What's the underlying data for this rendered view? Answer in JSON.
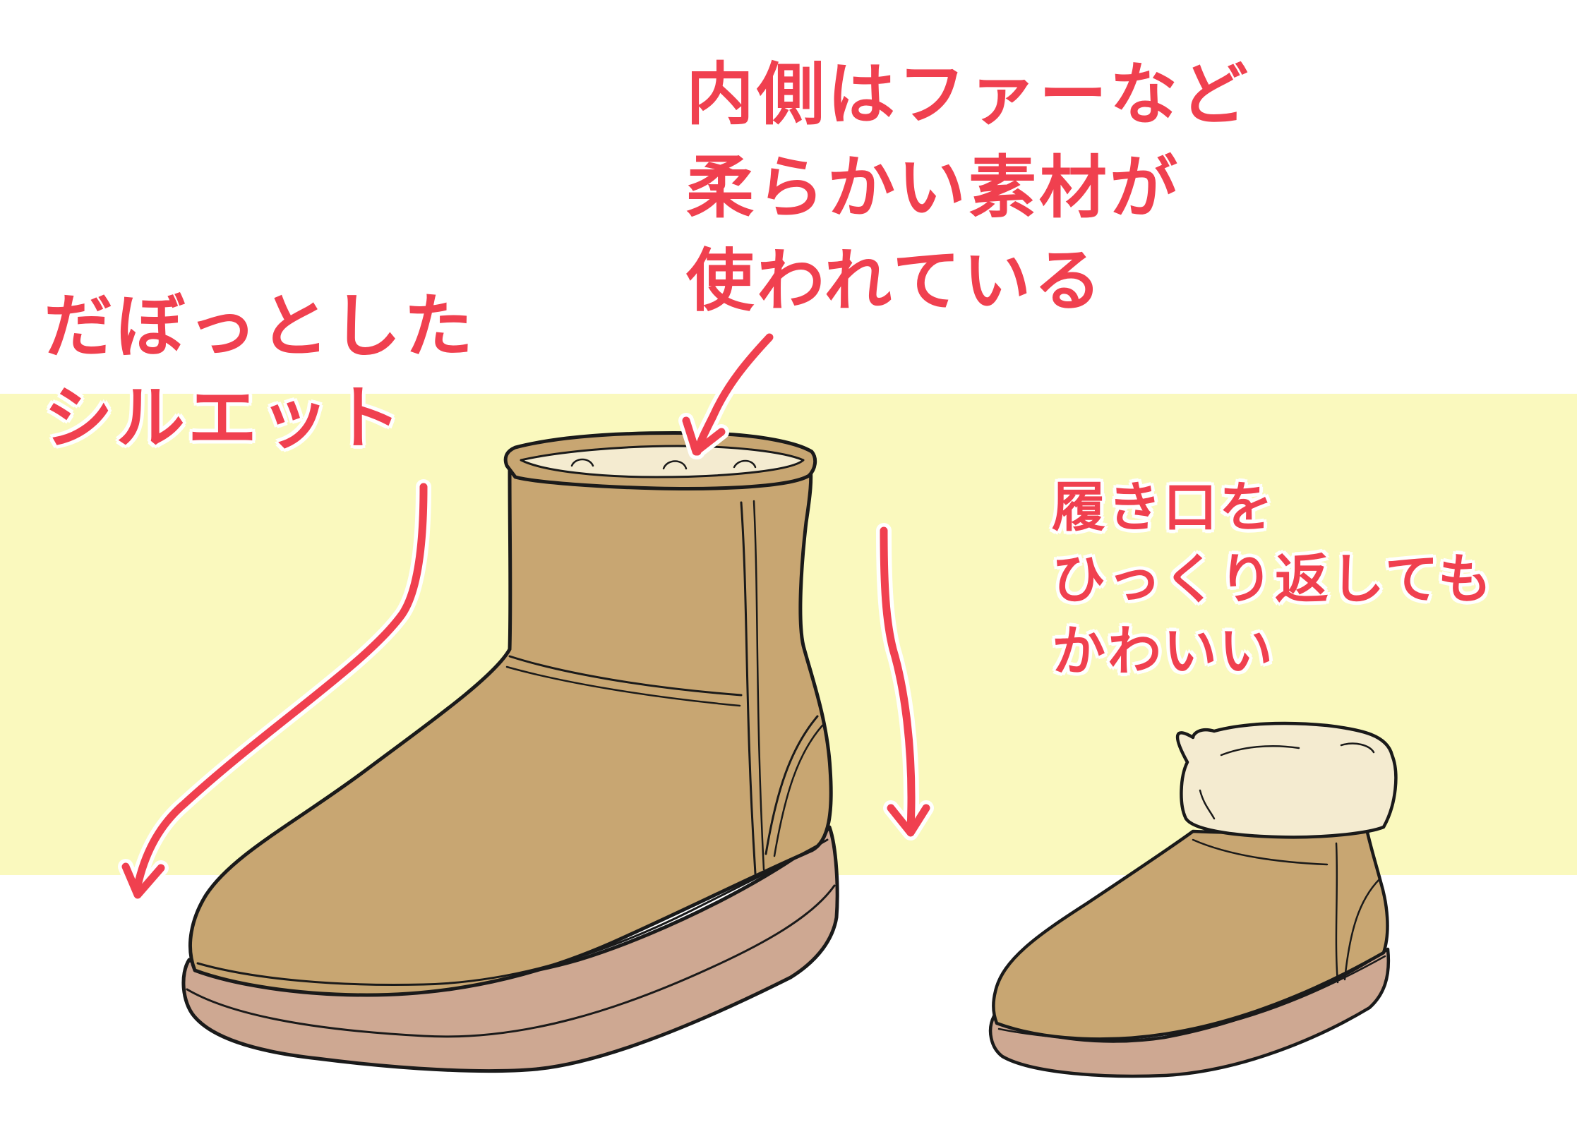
{
  "colors": {
    "band": "#faf9be",
    "text": "#f0404f",
    "leather": "#c8a672",
    "sole": "#cea892",
    "fur": "#f4ebd0",
    "outline": "#1a1a1a"
  },
  "annotations": {
    "silhouette": {
      "lines": [
        "だぼっとした",
        "シルエット"
      ]
    },
    "inner_material": {
      "lines": [
        "内側はファーなど",
        "柔らかい素材が",
        "使われている"
      ]
    },
    "fold_down": {
      "lines": [
        "履き口を",
        "ひっくり返しても",
        "かわいい"
      ]
    }
  },
  "illustrations": {
    "main_boot": "boot-tall",
    "folded_boot": "boot-folded-cuff"
  }
}
